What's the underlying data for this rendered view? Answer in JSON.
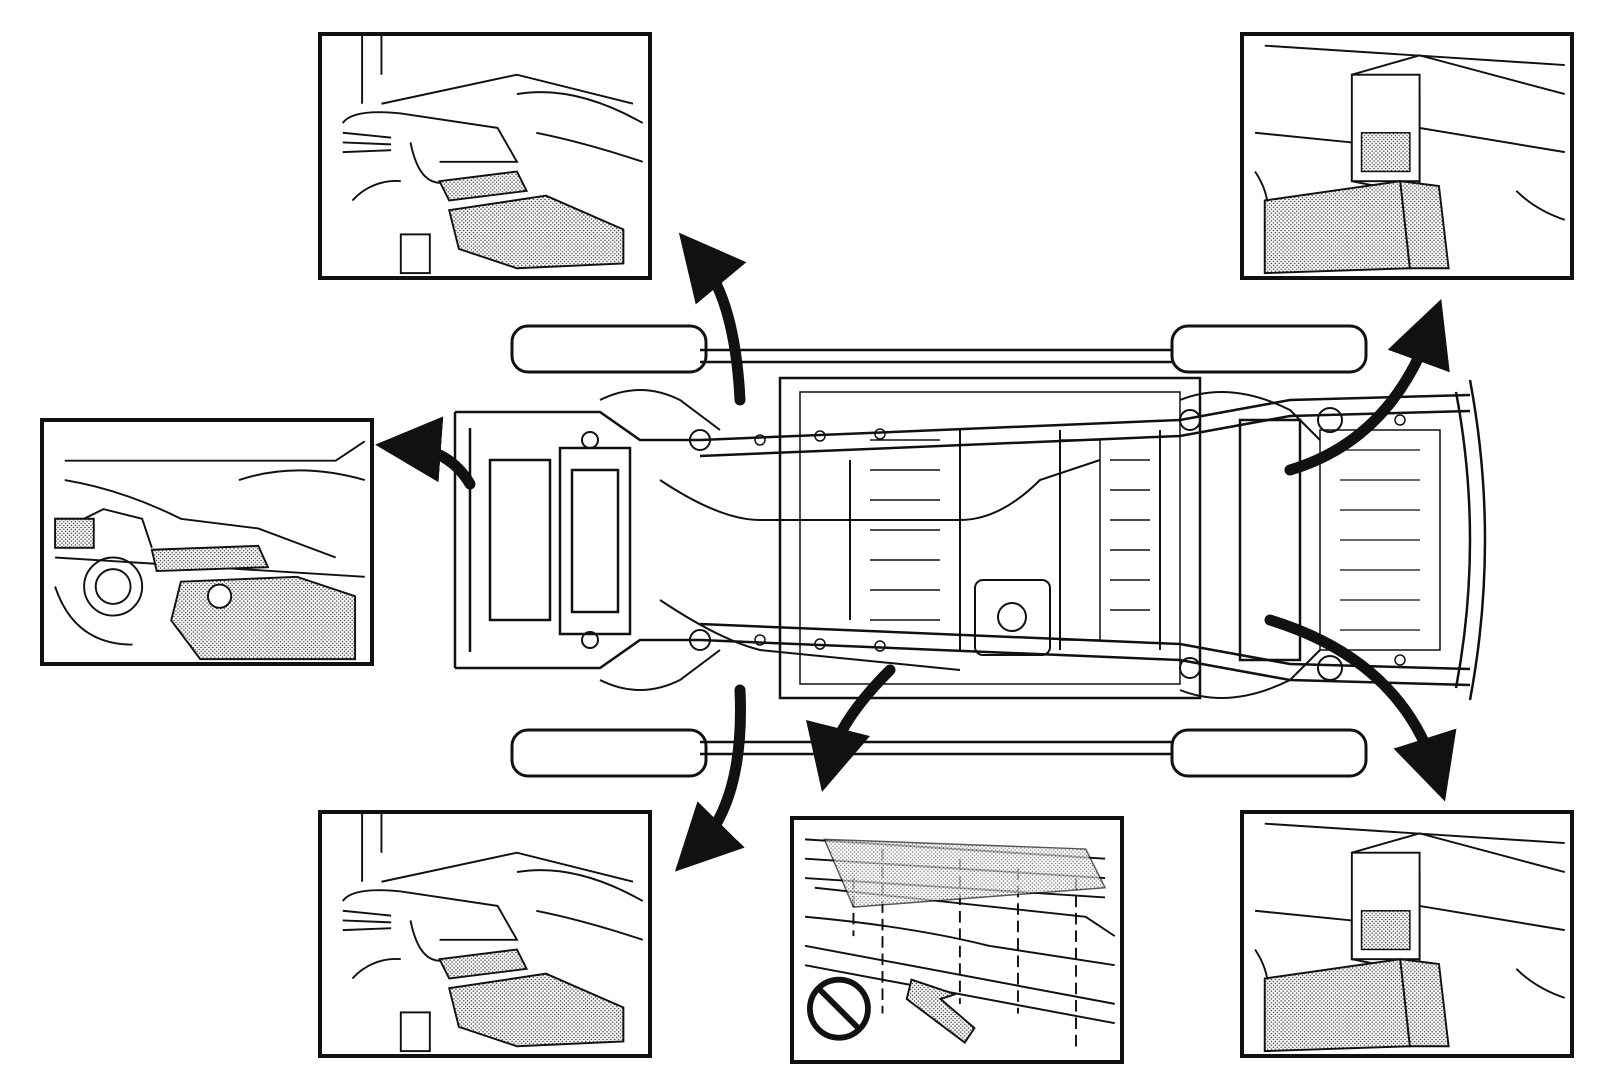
{
  "figure": {
    "colors": {
      "ink": "#111111",
      "stipple": "#9a9a9a",
      "paper": "#ffffff"
    },
    "icons": {
      "prohibited": "prohibited-icon",
      "direction": "arrow-icon"
    },
    "detail_panels": [
      {
        "name": "front-left-lift-point-detail"
      },
      {
        "name": "front-right-lift-point-detail"
      },
      {
        "name": "front-crossmember-lift-point-detail"
      },
      {
        "name": "rear-left-lift-point-detail"
      },
      {
        "name": "rear-right-lift-point-detail"
      },
      {
        "name": "rocker-panel-no-lift-detail"
      }
    ]
  }
}
